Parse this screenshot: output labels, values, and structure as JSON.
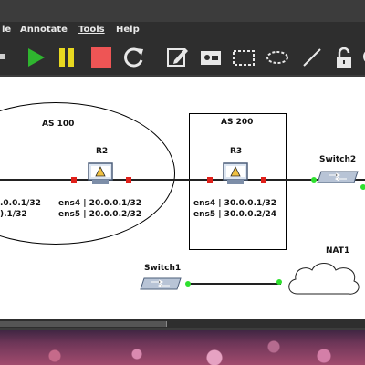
{
  "menu": {
    "items": [
      "le",
      "Annotate",
      "Tools",
      "Help"
    ]
  },
  "toolbar": {
    "buttons": [
      "close-icon",
      "play-icon",
      "pause-icon",
      "stop-icon",
      "reload-icon",
      "note-icon",
      "picture-icon",
      "rectangle-icon",
      "ellipse-icon",
      "line-icon",
      "lock-icon",
      "zoom-icon"
    ]
  },
  "colors": {
    "play": "#2fb52f",
    "pause": "#e8d820",
    "stop": "#ee5555"
  },
  "topology": {
    "as100_label": "AS 100",
    "as200_label": "AS 200",
    "r2": {
      "name": "R2",
      "ens4": "ens4 | 20.0.0.1/32",
      "ens5": "ens5 | 20.0.0.2/32"
    },
    "r3": {
      "name": "R3",
      "ens4": "ens4 | 30.0.0.1/32",
      "ens5": "ens5 | 30.0.0.2/24"
    },
    "left_partial_1": ".0.0.1/32",
    "left_partial_2": ").1/32",
    "switch2": {
      "name": "Switch2"
    },
    "switch1": {
      "name": "Switch1"
    },
    "nat1": {
      "name": "NAT1"
    }
  }
}
